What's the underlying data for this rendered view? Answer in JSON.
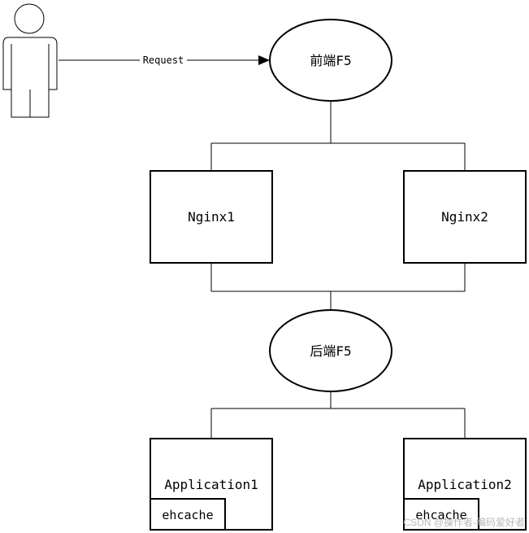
{
  "diagram": {
    "request_label": "Request",
    "frontend_lb": "前端F5",
    "nginx1": "Nginx1",
    "nginx2": "Nginx2",
    "backend_lb": "后端F5",
    "app1": "Application1",
    "app2": "Application2",
    "cache1": "ehcache",
    "cache2": "ehcache"
  },
  "watermark": "CSDN @操作者-编码爱好者",
  "colors": {
    "line": "#000000",
    "background": "#ffffff",
    "watermark": "#b8b8b8"
  }
}
